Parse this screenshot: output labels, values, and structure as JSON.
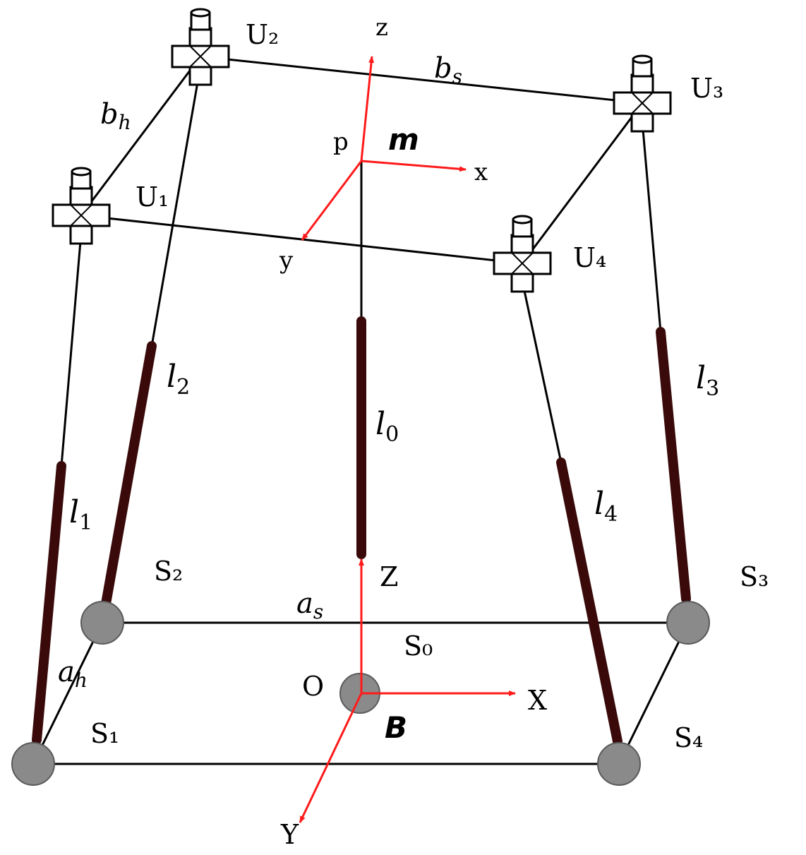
{
  "labels": {
    "U1": "U₁",
    "U2": "U₂",
    "U3": "U₃",
    "U4": "U₄",
    "S0": "S₀",
    "S1": "S₁",
    "S2": "S₂",
    "S3": "S₃",
    "S4": "S₄",
    "l0_base": "l",
    "l0_sub": "0",
    "l1_base": "l",
    "l1_sub": "1",
    "l2_base": "l",
    "l2_sub": "2",
    "l3_base": "l",
    "l3_sub": "3",
    "l4_base": "l",
    "l4_sub": "4",
    "bh_base": "b",
    "bh_sub": "h",
    "bs_base": "b",
    "bs_sub": "s",
    "ah_base": "a",
    "ah_sub": "h",
    "as_base": "a",
    "as_sub": "s",
    "moving_frame": "m",
    "base_frame": "B",
    "point_p": "p",
    "point_O": "O",
    "axis_x_moving": "x",
    "axis_y_moving": "y",
    "axis_z_moving": "z",
    "axis_X_base": "X",
    "axis_Y_base": "Y",
    "axis_Z_base": "Z"
  },
  "colors": {
    "axis": "#ff1a1a",
    "rod": "#3a0a0a",
    "spherical_joint": "#8a8a8a",
    "wire": "#000000"
  }
}
